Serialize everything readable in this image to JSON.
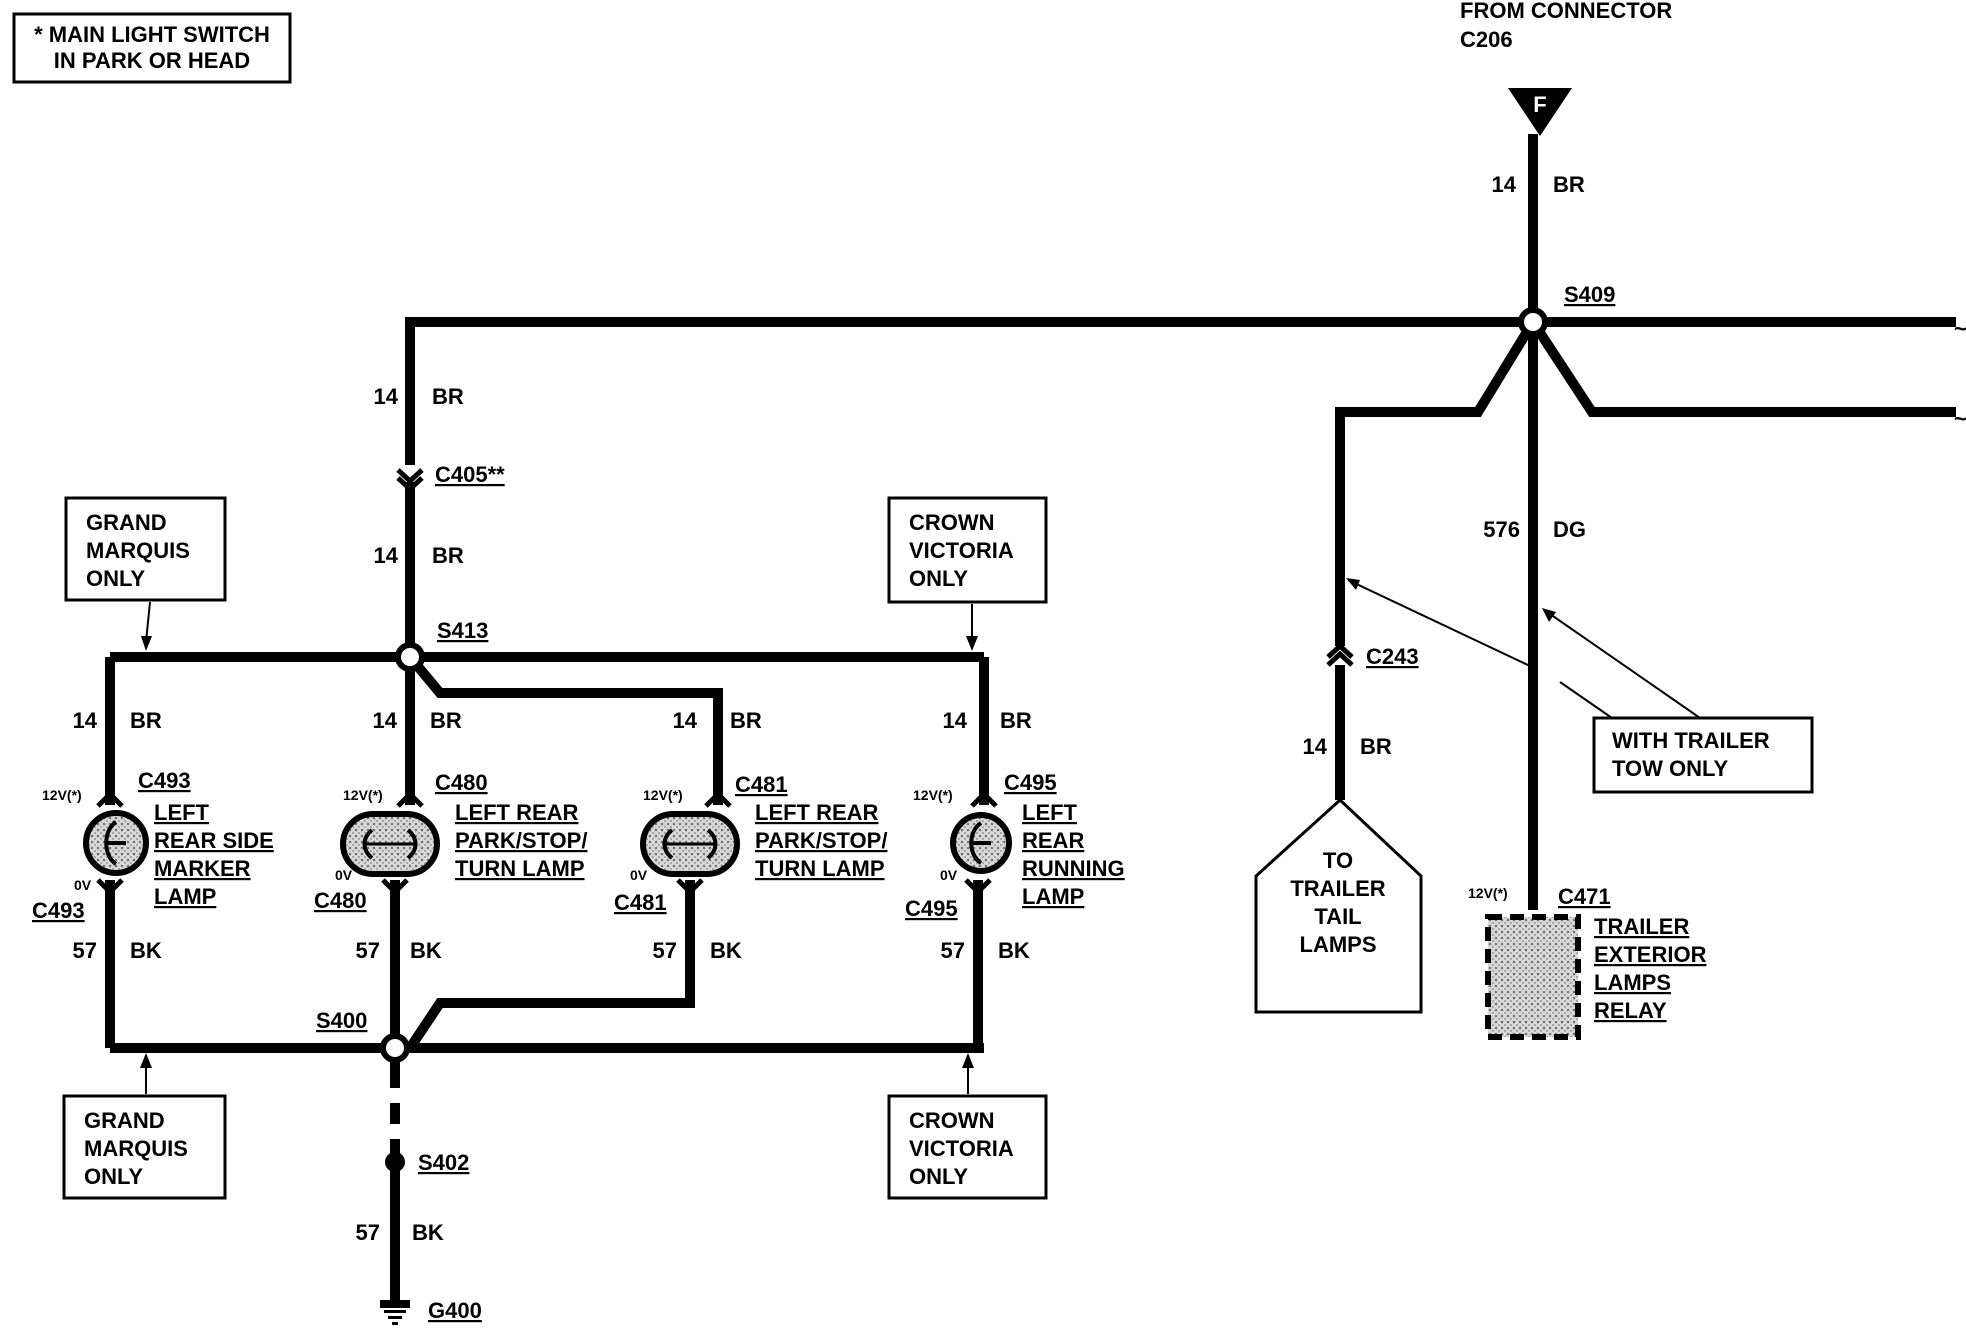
{
  "note": {
    "line1": "* MAIN LIGHT SWITCH",
    "line2": "IN PARK OR HEAD"
  },
  "source": {
    "line1": "FROM CONNECTOR",
    "line2": "C206",
    "pin": "F"
  },
  "splices": {
    "s409": "S409",
    "s413": "S413",
    "s400": "S400",
    "s402": "S402"
  },
  "ground": "G400",
  "connectors": {
    "c405": "C405**",
    "c243": "C243",
    "c493": "C493",
    "c480": "C480",
    "c481": "C481",
    "c495": "C495",
    "c471": "C471"
  },
  "voltages": {
    "v12": "12V(*)",
    "v0": "0V"
  },
  "circuits": {
    "c14": "14",
    "br": "BR",
    "c57": "57",
    "bk": "BK",
    "c576": "576",
    "dg": "DG"
  },
  "notes": {
    "gm_line1": "GRAND",
    "gm_line2": "MARQUIS",
    "gm_line3": "ONLY",
    "cv_line1": "CROWN",
    "cv_line2": "VICTORIA",
    "cv_line3": "ONLY",
    "tt_line1": "WITH TRAILER",
    "tt_line2": "TOW ONLY"
  },
  "components": {
    "marker": [
      "LEFT",
      "REAR SIDE",
      "MARKER",
      "LAMP"
    ],
    "pst1": [
      "LEFT REAR",
      "PARK/STOP/",
      "TURN LAMP"
    ],
    "pst2": [
      "LEFT REAR",
      "PARK/STOP/",
      "TURN LAMP"
    ],
    "running": [
      "LEFT",
      "REAR",
      "RUNNING",
      "LAMP"
    ],
    "trailer_tail": [
      "TO",
      "TRAILER",
      "TAIL",
      "LAMPS"
    ],
    "relay": [
      "TRAILER",
      "EXTERIOR",
      "LAMPS",
      "RELAY"
    ]
  }
}
